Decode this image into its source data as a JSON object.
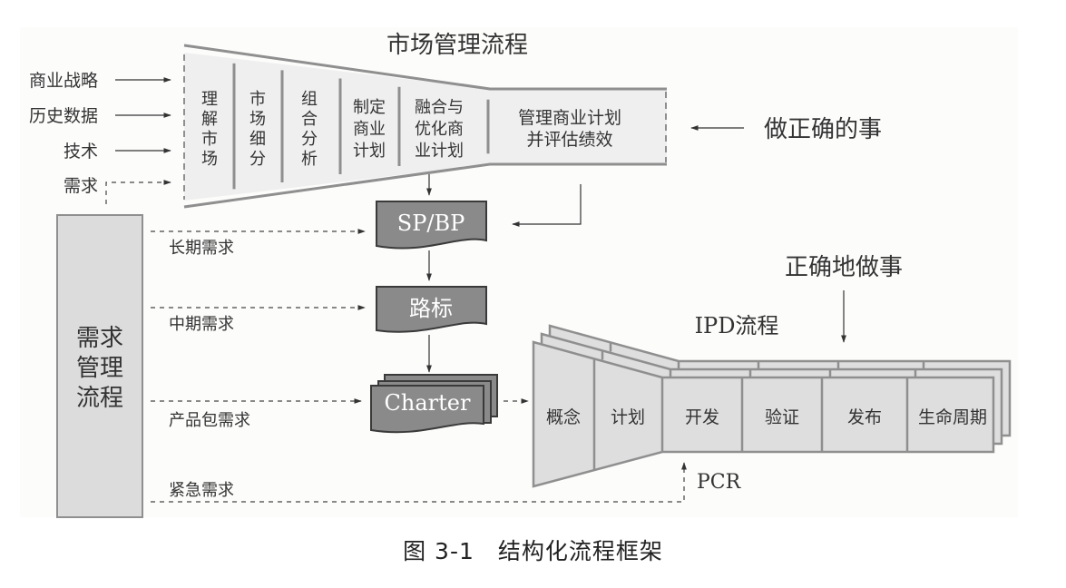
{
  "colors": {
    "panel_fill": "#efefef",
    "panel_stroke": "#8f8f8f",
    "box_fill": "#dcdcdc",
    "doc_fill": "#8a8a8a",
    "doc_stroke": "#3a3a3a",
    "ipd_fill": "#dedede",
    "text": "#333333",
    "line": "#444444"
  },
  "market": {
    "title": "市场管理流程",
    "inputs": [
      {
        "label": "商业战略",
        "style": "solid"
      },
      {
        "label": "历史数据",
        "style": "solid"
      },
      {
        "label": "技术",
        "style": "solid"
      },
      {
        "label": "需求",
        "style": "dashed"
      }
    ],
    "steps": [
      {
        "lines": [
          "理",
          "解",
          "市",
          "场"
        ]
      },
      {
        "lines": [
          "市",
          "场",
          "细",
          "分"
        ]
      },
      {
        "lines": [
          "组",
          "合",
          "分",
          "析"
        ]
      },
      {
        "lines": [
          "制定",
          "商业",
          "计划"
        ]
      },
      {
        "lines": [
          "融合与",
          "优化商",
          "业计划"
        ]
      },
      {
        "lines": [
          "管理商业计划",
          "并评估绩效"
        ]
      }
    ],
    "slogan": "做正确的事"
  },
  "artifacts": {
    "sp_bp": "SP/BP",
    "roadmap": "路标",
    "charter": "Charter"
  },
  "requirements": {
    "title_lines": [
      "需求",
      "管理",
      "流程"
    ],
    "flows": [
      "长期需求",
      "中期需求",
      "产品包需求",
      "紧急需求"
    ]
  },
  "ipd": {
    "title": "IPD流程",
    "slogan": "正确地做事",
    "phases": [
      "概念",
      "计划",
      "开发",
      "验证",
      "发布",
      "生命周期"
    ],
    "pcr": "PCR"
  },
  "caption": {
    "number": "图 3-1",
    "title": "结构化流程框架"
  }
}
